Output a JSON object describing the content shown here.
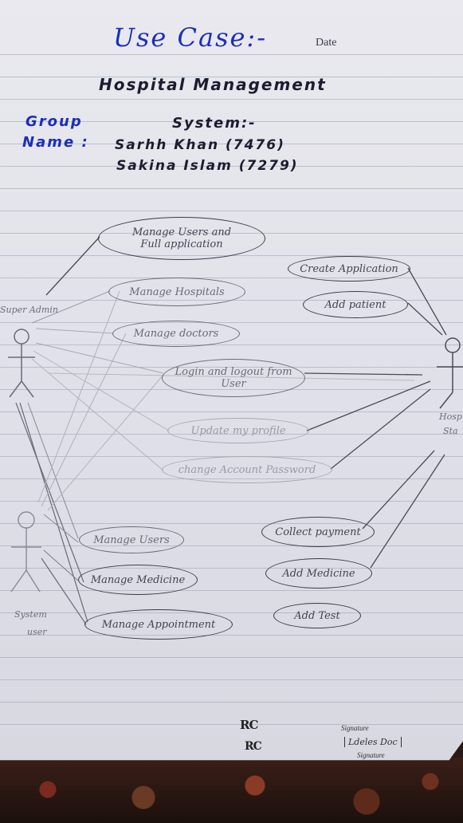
{
  "header": {
    "title": "Use Case:-",
    "date_label": "Date"
  },
  "project": {
    "line1": "Hospital Management",
    "line2": "System:-"
  },
  "group": {
    "label_1": "Group",
    "label_2": "Name :",
    "members": [
      "Sarhh Khan (7476)",
      "Sakina Islam (7279)"
    ]
  },
  "actors": {
    "super_admin": "Super Admin",
    "hospital_staff_1": "Hosp",
    "hospital_staff_2": "Sta",
    "system_user_1": "System",
    "system_user_2": "user"
  },
  "use_cases": {
    "manage_users_1": "Manage Users and",
    "manage_users_2": "Full application",
    "manage_hospitals": "Manage Hospitals",
    "manage_doctors": "Manage doctors",
    "login_1": "Login and logout from",
    "login_2": "User",
    "update_profile": "Update my profile",
    "change_password": "change Account Password",
    "create_application": "Create Application",
    "add_patient": "Add patient",
    "manage_users_small": "Manage Users",
    "manage_medicine": "Manage Medicine",
    "manage_appointment": "Manage Appointment",
    "collect_payment": "Collect payment",
    "add_medicine": "Add Medicine",
    "add_test": "Add Test"
  },
  "footer": {
    "logo": "RC",
    "signature_label": "Signature",
    "signature_text": "Ldeles Doc"
  }
}
